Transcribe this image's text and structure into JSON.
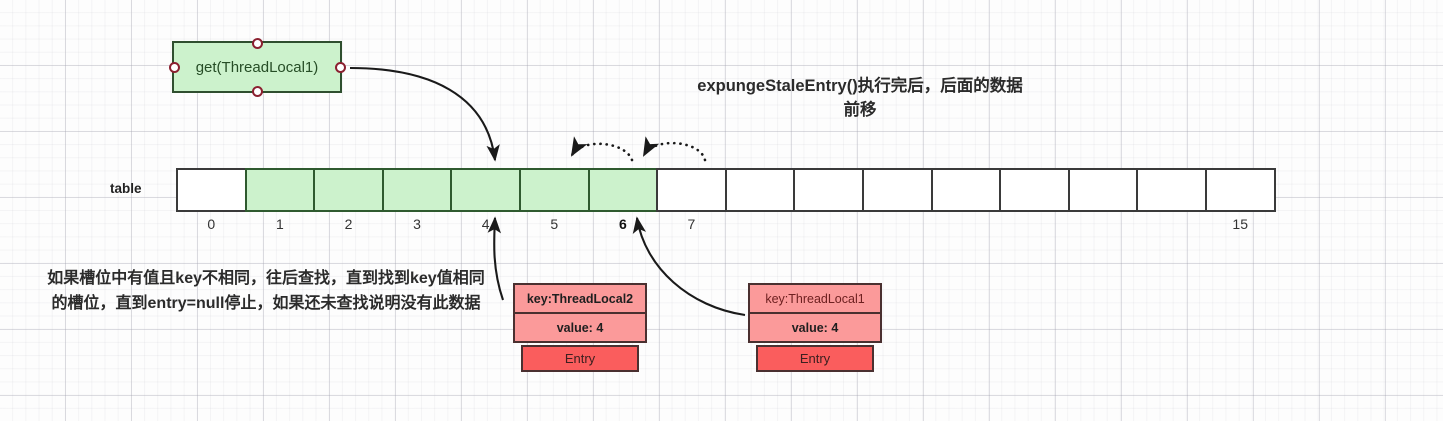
{
  "diagram": {
    "title": "expungeStaleEntry()执行完后，后面的数据前移",
    "note": "如果槽位中有值且key不相同，往后查找，直到找到key值相同的槽位，直到entry=null停止，如果还未查找说明没有此数据",
    "get_node": {
      "label": "get(ThreadLocal1)"
    },
    "table": {
      "label": "table",
      "cells": [
        {
          "index": "0",
          "filled": false
        },
        {
          "index": "1",
          "filled": true
        },
        {
          "index": "2",
          "filled": true
        },
        {
          "index": "3",
          "filled": true
        },
        {
          "index": "4",
          "filled": true
        },
        {
          "index": "5",
          "filled": true
        },
        {
          "index": "6",
          "filled": true,
          "bold_index": true
        },
        {
          "index": "7",
          "filled": false
        },
        {
          "index": "",
          "filled": false
        },
        {
          "index": "",
          "filled": false
        },
        {
          "index": "",
          "filled": false
        },
        {
          "index": "",
          "filled": false
        },
        {
          "index": "",
          "filled": false
        },
        {
          "index": "",
          "filled": false
        },
        {
          "index": "",
          "filled": false
        },
        {
          "index": "15",
          "filled": false
        }
      ]
    },
    "entries": [
      {
        "key": "key:ThreadLocal2",
        "value": "value: 4",
        "footer": "Entry",
        "key_style": "bold"
      },
      {
        "key": "key:ThreadLocal1",
        "value": "value: 4",
        "footer": "Entry",
        "key_style": "plain"
      }
    ],
    "colors": {
      "cell_fill": "#ccf2cc",
      "cell_border": "#2f5a2f",
      "entry_fill": "#fb9a9a",
      "entry_footer_fill": "#fa5d5d",
      "connector_dot_border": "#8b2030",
      "node_fill": "#ccf2cc"
    }
  }
}
